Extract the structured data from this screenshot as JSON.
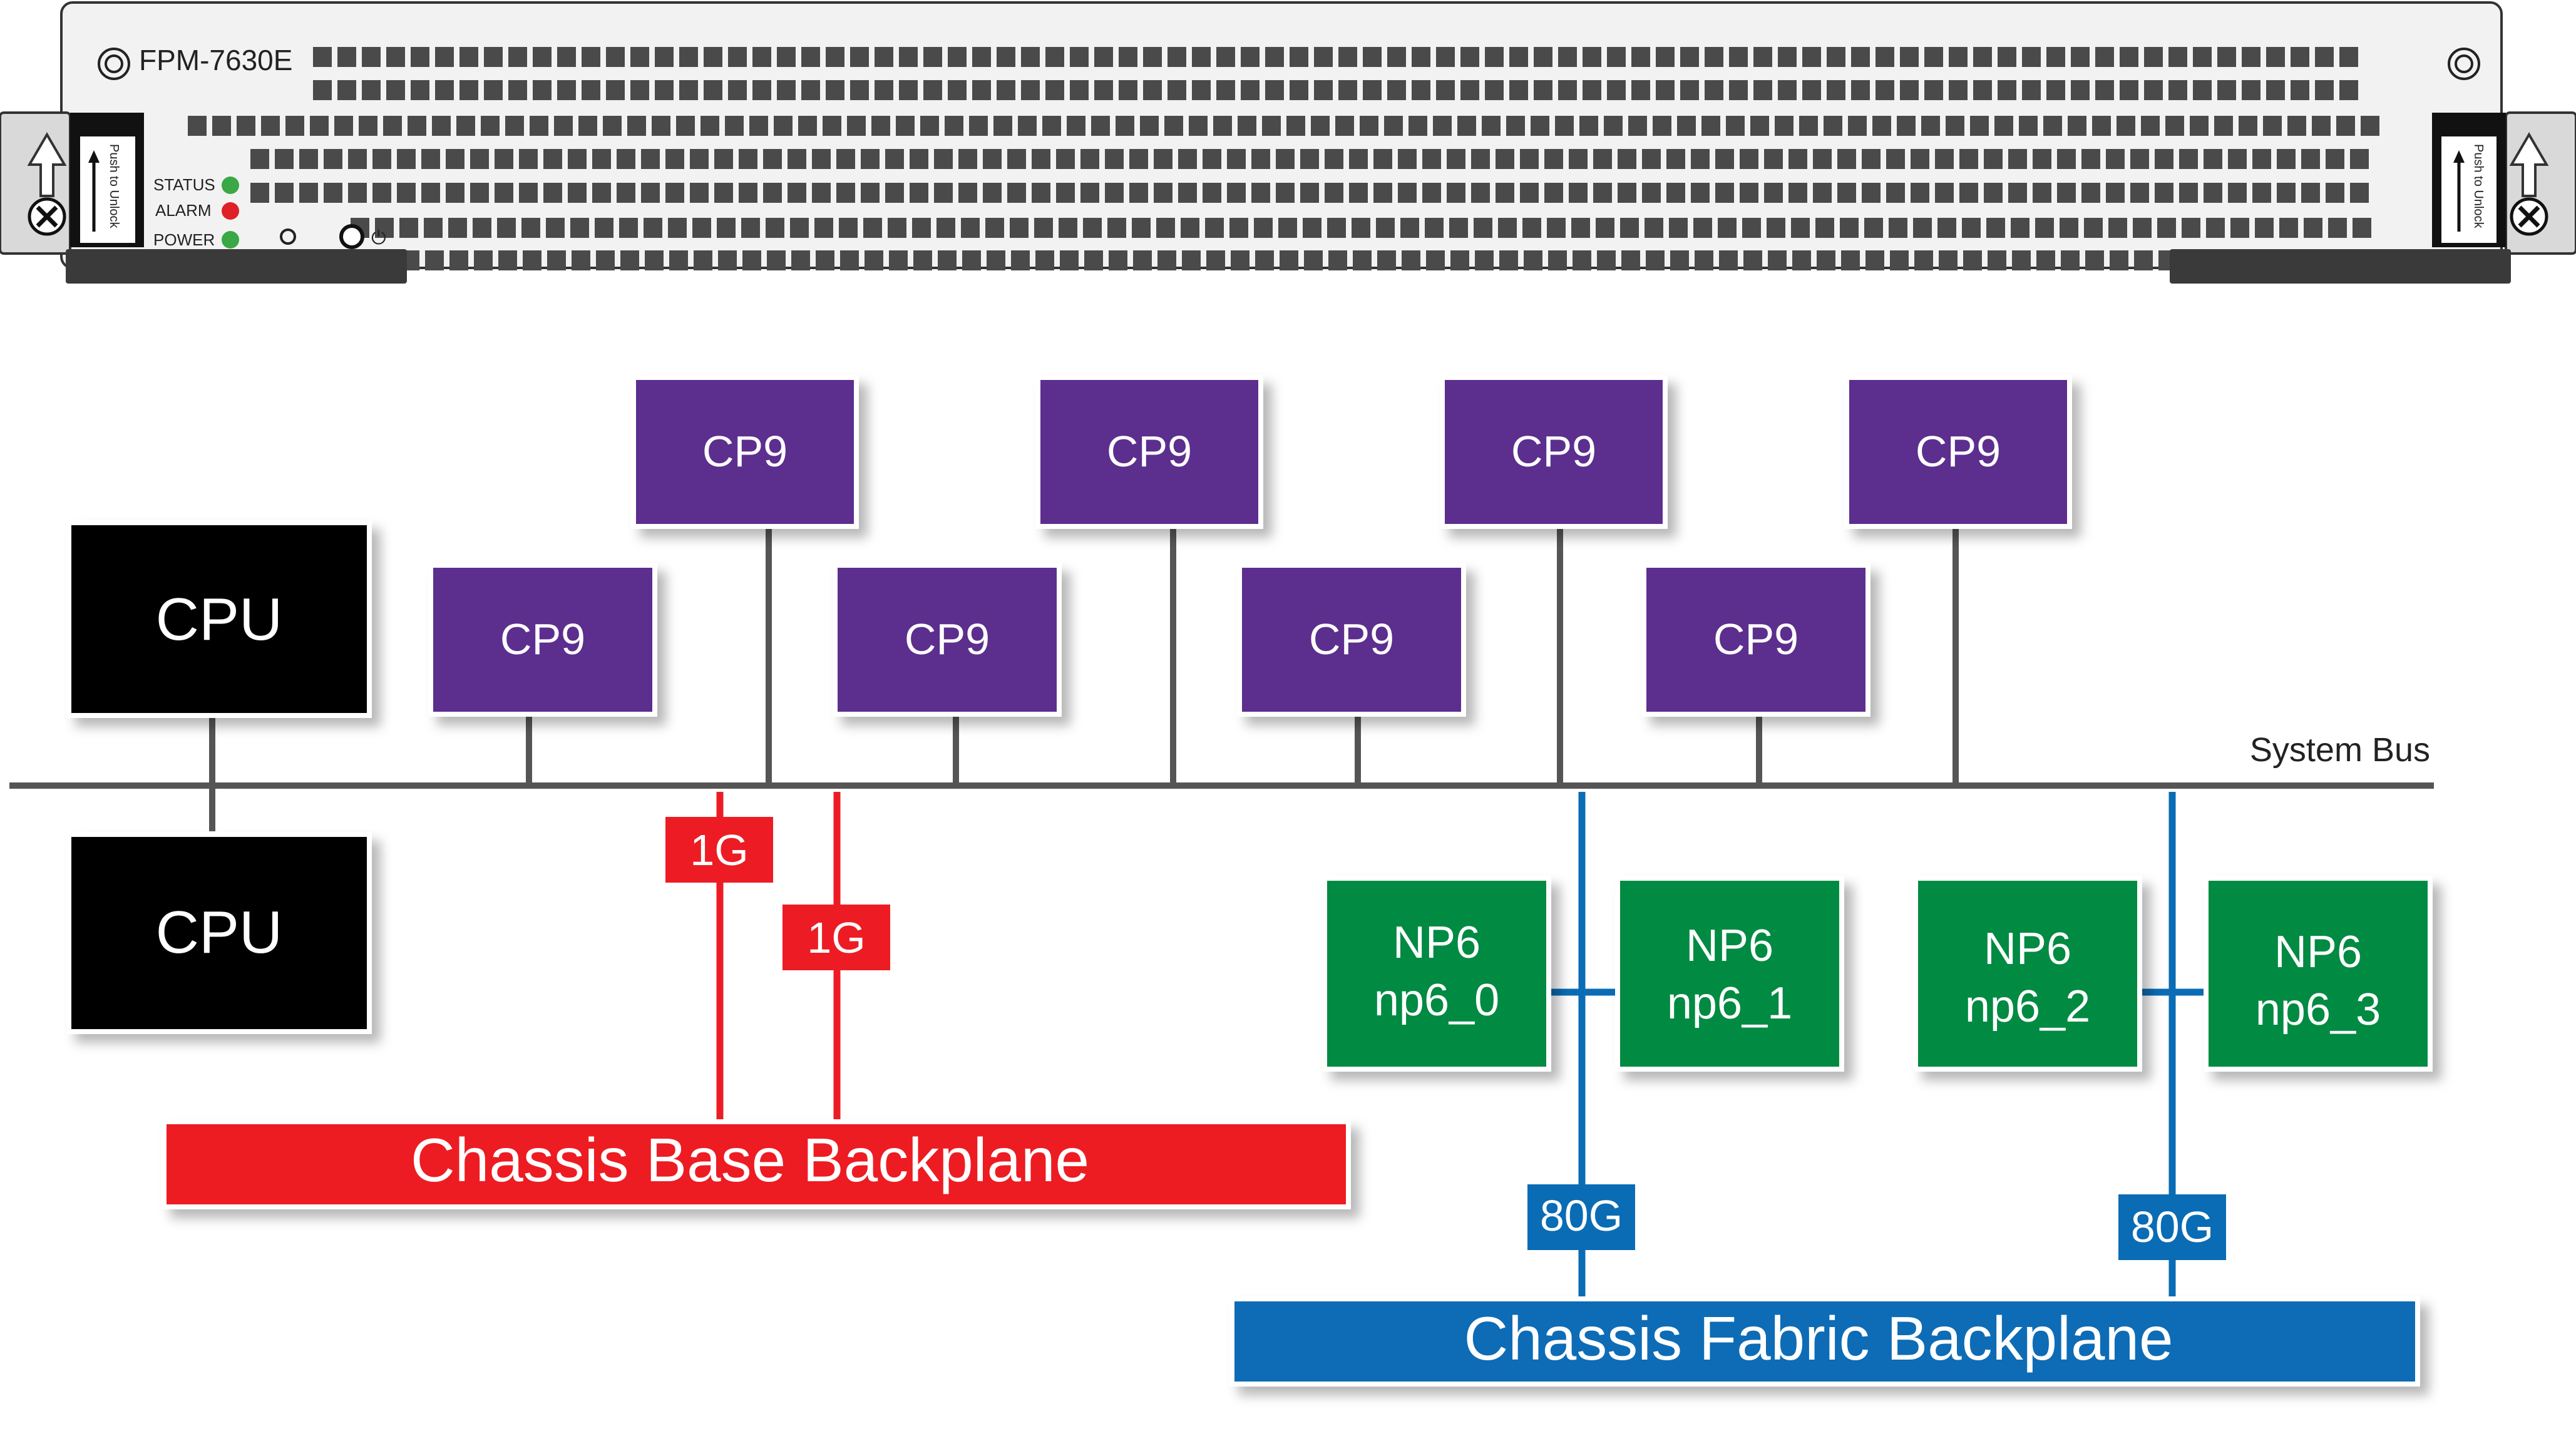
{
  "module": {
    "model_label": "FPM-7630E",
    "unlock_label": "Push to Unlock",
    "leds": [
      {
        "label": "STATUS",
        "color": "#39a845"
      },
      {
        "label": "ALARM",
        "color": "#e02027"
      },
      {
        "label": "POWER",
        "color": "#39a845"
      }
    ],
    "power_symbol": "⏻"
  },
  "colors": {
    "cpu": "#000000",
    "cp9": "#5b2d8e",
    "np6": "#068a43",
    "base": "#ed1c24",
    "fabric": "#0a6cb5",
    "bus": "#555555"
  },
  "components": {
    "cpus": [
      "CPU",
      "CPU"
    ],
    "cp9_top": [
      "CP9",
      "CP9",
      "CP9",
      "CP9"
    ],
    "cp9_bottom": [
      "CP9",
      "CP9",
      "CP9",
      "CP9"
    ],
    "np6": [
      {
        "title": "NP6",
        "id": "np6_0"
      },
      {
        "title": "NP6",
        "id": "np6_1"
      },
      {
        "title": "NP6",
        "id": "np6_2"
      },
      {
        "title": "NP6",
        "id": "np6_3"
      }
    ]
  },
  "links": {
    "system_bus": "System Bus",
    "base_links": [
      "1G",
      "1G"
    ],
    "fabric_links": [
      "80G",
      "80G"
    ]
  },
  "backplanes": {
    "base": "Chassis Base Backplane",
    "fabric": "Chassis Fabric Backplane"
  }
}
